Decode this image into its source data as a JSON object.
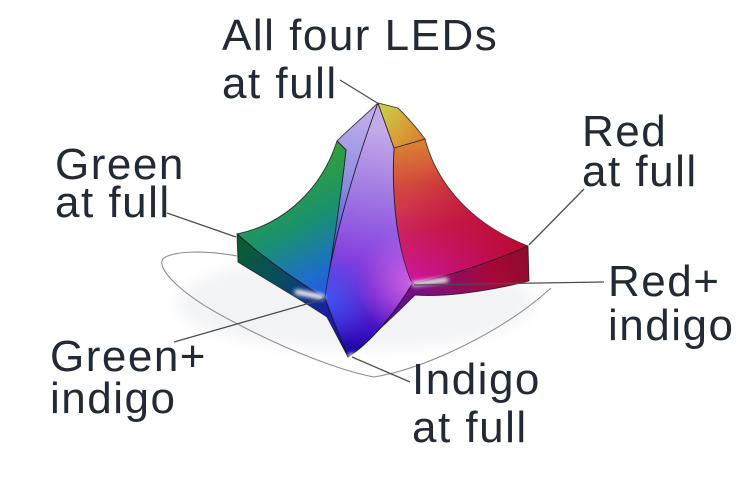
{
  "figure": {
    "description": "3D color-gamut mountain of a four-LED lamp with callout labels",
    "labels": {
      "all_four": {
        "line1": "All four LEDs",
        "line2": "at full"
      },
      "green": {
        "line1": "Green",
        "line2": "at full"
      },
      "red": {
        "line1": "Red",
        "line2": "at full"
      },
      "red_indigo": {
        "line1": "Red+",
        "line2": "indigo"
      },
      "green_indigo": {
        "line1": "Green+",
        "line2": "indigo"
      },
      "indigo": {
        "line1": "Indigo",
        "line2": "at full"
      }
    },
    "style": {
      "background": "#ffffff",
      "text_color": "#222a36",
      "leader_color": "#4e4e4e",
      "loop_color": "#8f8f8f",
      "edge_color": "#1a1520"
    },
    "palette": {
      "green_led": "#2f9e2f",
      "red_led": "#c00a28",
      "indigo_led": "#1a08a2",
      "peak_lavender": "#c3abe9",
      "plateau_orange": "#d97f2e",
      "magenta_mix": "#cc17a2",
      "cyan_mix": "#1d6fc8"
    }
  }
}
